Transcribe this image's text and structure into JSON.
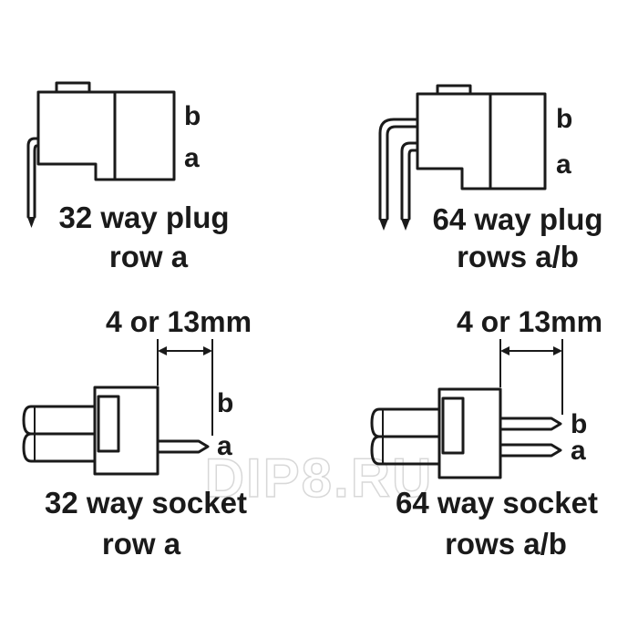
{
  "watermark": "DIP8.RU",
  "panels": {
    "plug32": {
      "caption_line1": "32 way plug",
      "caption_line2": "row a",
      "row_b": "b",
      "row_a": "a"
    },
    "plug64": {
      "caption_line1": "64 way plug",
      "caption_line2": "rows a/b",
      "row_b": "b",
      "row_a": "a"
    },
    "socket32": {
      "caption_line1": "32 way socket",
      "caption_line2": "row a",
      "row_b": "b",
      "row_a": "a",
      "dimension": "4 or 13mm"
    },
    "socket64": {
      "caption_line1": "64 way socket",
      "caption_line2": "rows a/b",
      "row_b": "b",
      "row_a": "a",
      "dimension": "4 or 13mm"
    }
  }
}
